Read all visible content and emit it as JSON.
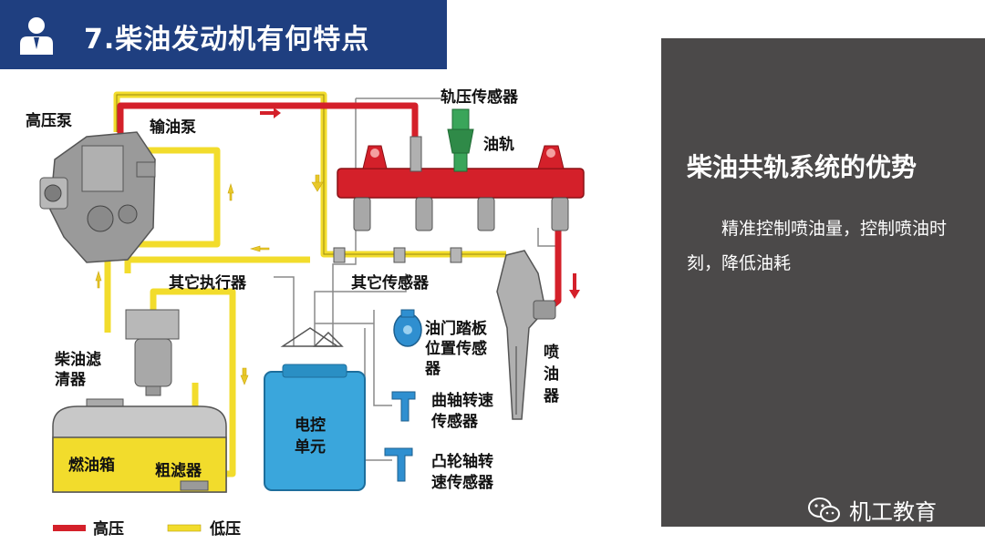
{
  "header": {
    "title": "7.柴油发动机有何特点"
  },
  "panel": {
    "heading": "柴油共轨系统的优势",
    "body": "精准控制喷油量，控制喷油时刻，降低油耗",
    "brand": "机工教育"
  },
  "diagram": {
    "labels": {
      "high_pressure_pump": "高压泵",
      "feed_pump": "输油泵",
      "rail_pressure_sensor": "轨压传感器",
      "fuel_rail": "油轨",
      "other_actuators": "其它执行器",
      "other_sensors": "其它传感器",
      "throttle_l1": "油门踏板",
      "throttle_l2": "位置传感",
      "throttle_l3": "器",
      "filter_l1": "柴油滤",
      "filter_l2": "清器",
      "injector_l1": "喷",
      "injector_l2": "油",
      "injector_l3": "器",
      "ecu_l1": "电控",
      "ecu_l2": "单元",
      "crank_l1": "曲轴转速",
      "crank_l2": "传感器",
      "cam_l1": "凸轮轴转",
      "cam_l2": "速传感器",
      "tank": "燃油箱",
      "coarse_filter": "粗滤器"
    },
    "legend": {
      "high": "高压",
      "low": "低压"
    },
    "colors": {
      "high": "#d4202a",
      "low": "#f2dc2c",
      "ecu": "#3aa6dc",
      "sensor": "#2f8fd0",
      "header": "#1f3f80",
      "panel": "#4b4949"
    }
  }
}
